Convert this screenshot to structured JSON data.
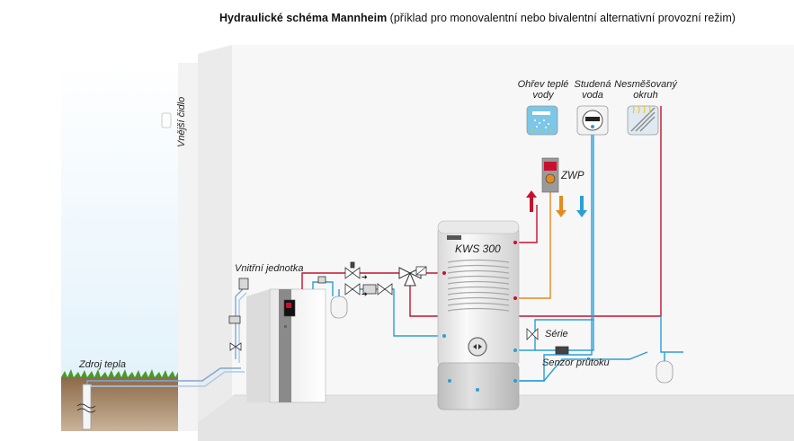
{
  "title": {
    "bold": "Hydraulické schéma Mannheim",
    "rest": "(příklad pro monovalentní nebo bivalentní alternativní provozní režim)"
  },
  "labels": {
    "outdoor_sensor": "Vnější čidlo",
    "indoor_unit": "Vnitřní jednotka",
    "heat_source": "Zdroj tepla",
    "tank": "KWS 300",
    "dhw_heating": "Ohřev teplé vody",
    "dhw_heating_l1": "Ohřev teplé",
    "dhw_heating_l2": "vody",
    "cold_water_l1": "Studená",
    "cold_water_l2": "voda",
    "unmixed_l1": "Nesměšovaný",
    "unmixed_l2": "okruh",
    "zwp": "ZWP",
    "series": "Série",
    "flow_sensor": "Senzor průtoku"
  },
  "colors": {
    "flow_red": "#c8102e",
    "return_blue": "#2a9fd6",
    "hot_orange": "#e68a1f",
    "wall": "#f2f2f2",
    "wall_shadow": "#dedede"
  }
}
